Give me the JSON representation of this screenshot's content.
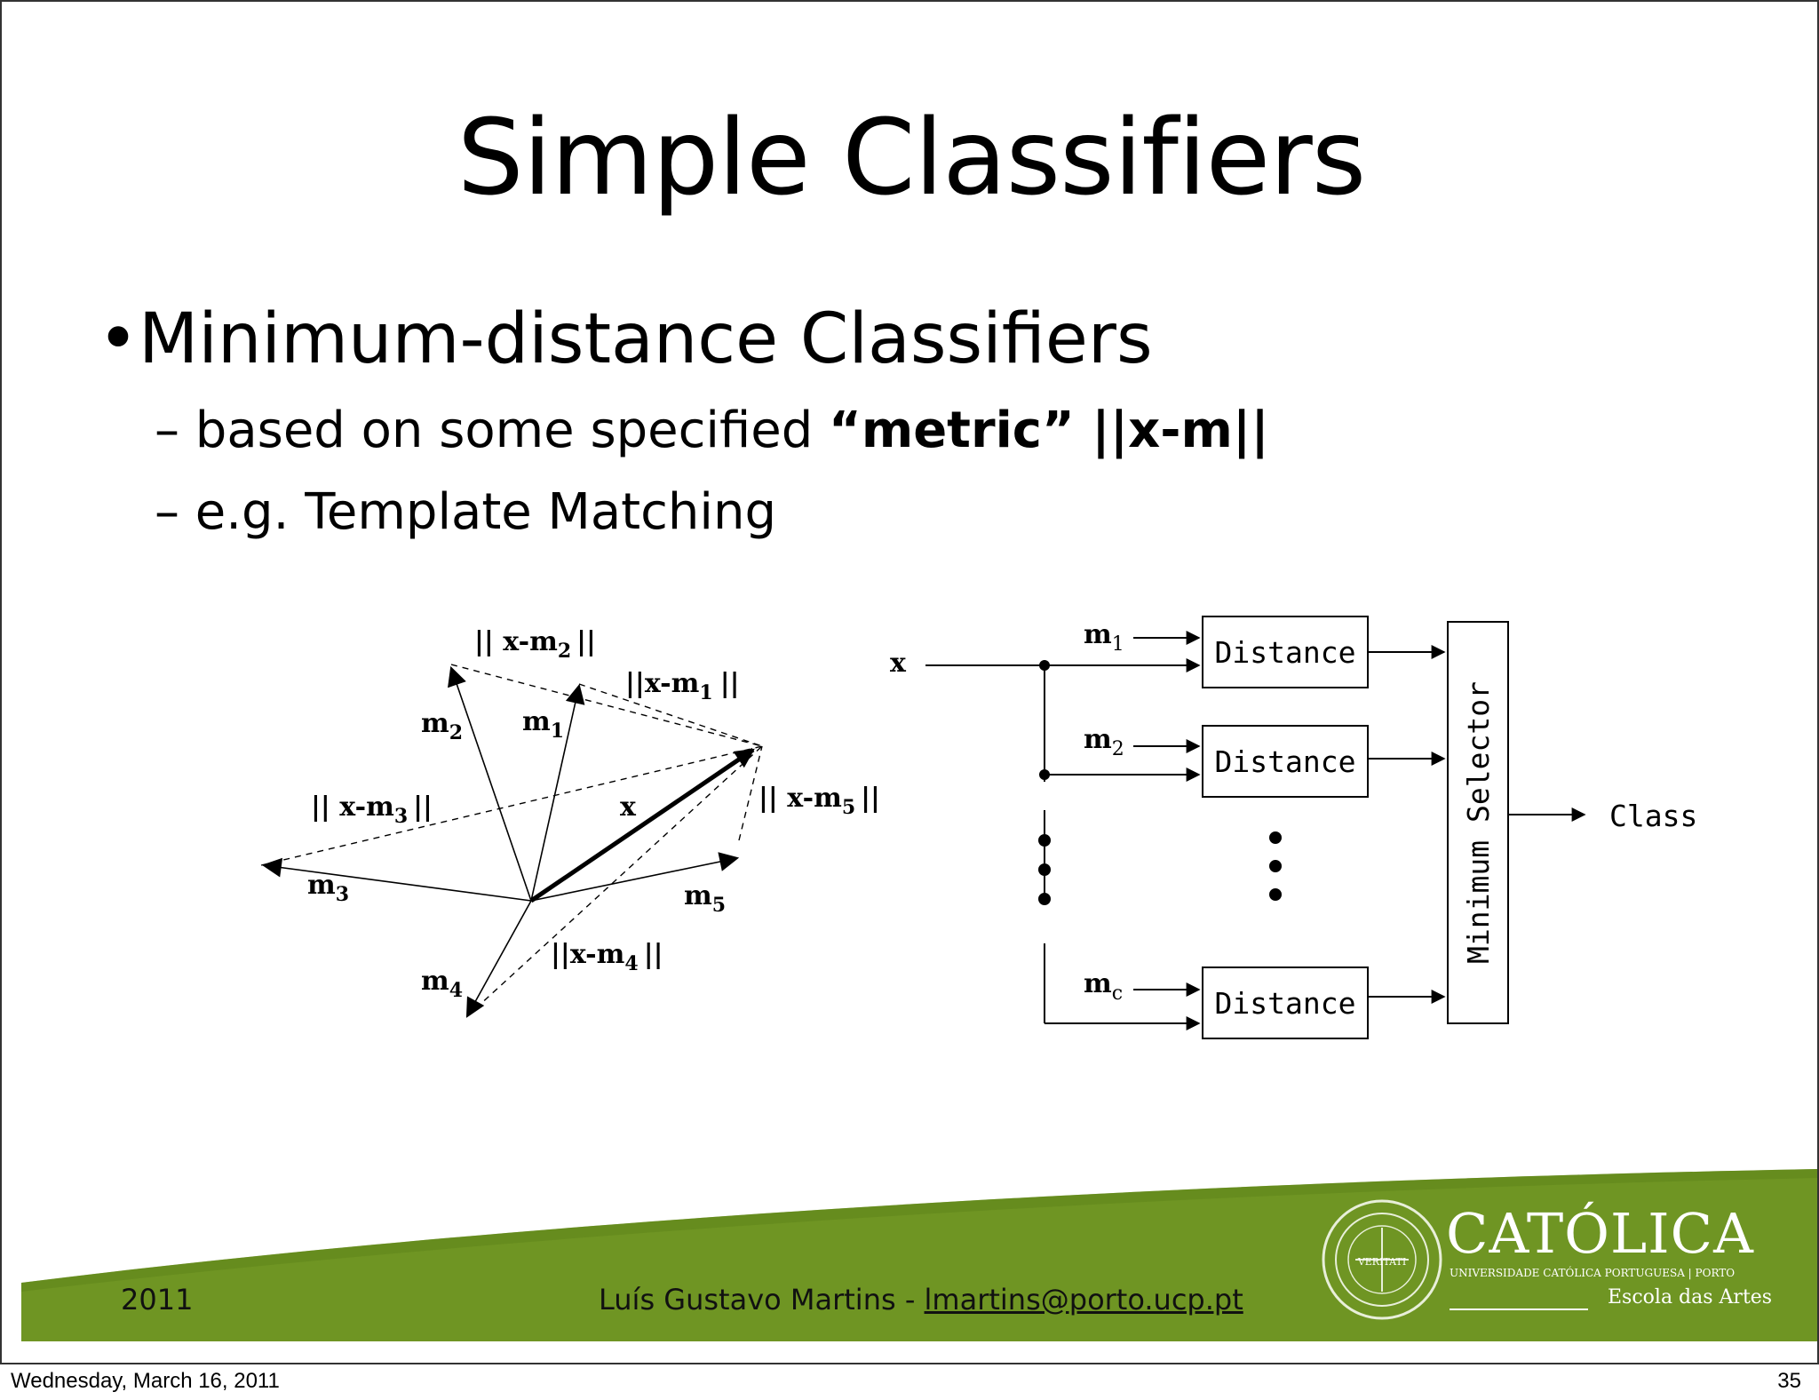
{
  "slide": {
    "title": "Simple Classifiers",
    "bullet": "Minimum-distance Classifiers",
    "sub1_prefix": "– based on some specified ",
    "sub1_bold": "“metric” ||x-m||",
    "sub2": "– e.g. Template Matching"
  },
  "vector_diagram": {
    "x_label": "x",
    "m1": "m",
    "m1_sub": "1",
    "m2": "m",
    "m2_sub": "2",
    "m3": "m",
    "m3_sub": "3",
    "m4": "m",
    "m4_sub": "4",
    "m5": "m",
    "m5_sub": "5",
    "d1": "||x-m",
    "d1_sub": "1",
    "d1_end": "||",
    "d2": "|| x-m",
    "d2_sub": "2",
    "d2_end": "||",
    "d3": "|| x-m",
    "d3_sub": "3",
    "d3_end": "||",
    "d4": "||x-m",
    "d4_sub": "4",
    "d4_end": "||",
    "d5": "|| x-m",
    "d5_sub": "5",
    "d5_end": "||"
  },
  "block_diagram": {
    "input_label": "x",
    "m1": "m",
    "m1_sub": "1",
    "m2": "m",
    "m2_sub": "2",
    "mc": "m",
    "mc_sub": "c",
    "box1": "Distance",
    "box2": "Distance",
    "box3": "Distance",
    "selector": "Minimum Selector",
    "output": "Class"
  },
  "footer": {
    "year": "2011",
    "author": "Luís Gustavo Martins - ",
    "email": "lmartins@porto.ucp.pt"
  },
  "logo": {
    "name": "CATÓLICA",
    "university": "UNIVERSIDADE CATÓLICA PORTUGUESA | PORTO",
    "school": "Escola das Artes",
    "seal_text": "VERITATI"
  },
  "caption": {
    "date": "Wednesday, March 16, 2011",
    "page": "35"
  },
  "colors": {
    "footer_band": "#6f9523",
    "footer_band_dark": "#5e8419"
  }
}
